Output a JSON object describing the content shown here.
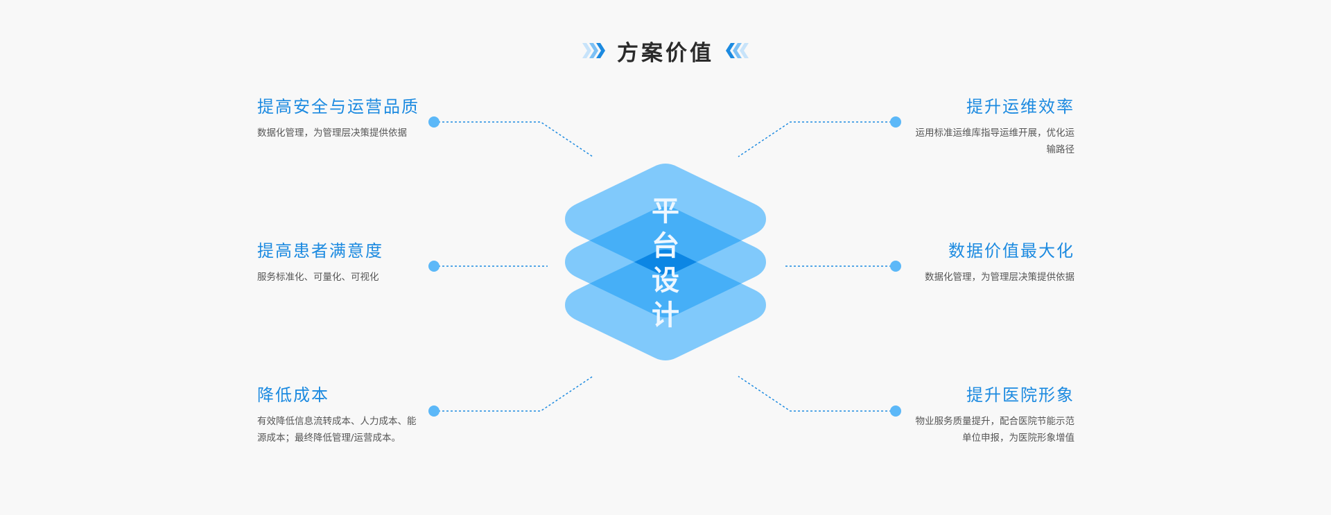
{
  "header": {
    "title": "方案价值"
  },
  "center": {
    "chars": [
      "平",
      "台",
      "设",
      "计"
    ]
  },
  "values": {
    "top_left": {
      "title": "提高安全与运营品质",
      "desc": "数据化管理，为管理层决策提供依据"
    },
    "mid_left": {
      "title": "提高患者满意度",
      "desc": "服务标准化、可量化、可视化"
    },
    "bottom_left": {
      "title": "降低成本",
      "desc_lines": [
        "有效降低信息流转成本、人力成本、能",
        "源成本；最终降低管理/运营成本。"
      ]
    },
    "top_right": {
      "title": "提升运维效率",
      "desc_lines": [
        "运用标准运维库指导运维开展，优化运",
        "输路径"
      ]
    },
    "mid_right": {
      "title": "数据价值最大化",
      "desc": "数据化管理，为管理层决策提供依据"
    },
    "bottom_right": {
      "title": "提升医院形象",
      "desc_lines": [
        "物业服务质量提升，配合医院节能示范",
        "单位申报，为医院形象增值"
      ]
    }
  },
  "colors": {
    "accent": "#1c8ae0",
    "layer_light": "#7ec8fb",
    "layer_mid": "#45aff7",
    "layer_dark": "#0b85e3",
    "dot": "#5cb8f8"
  }
}
